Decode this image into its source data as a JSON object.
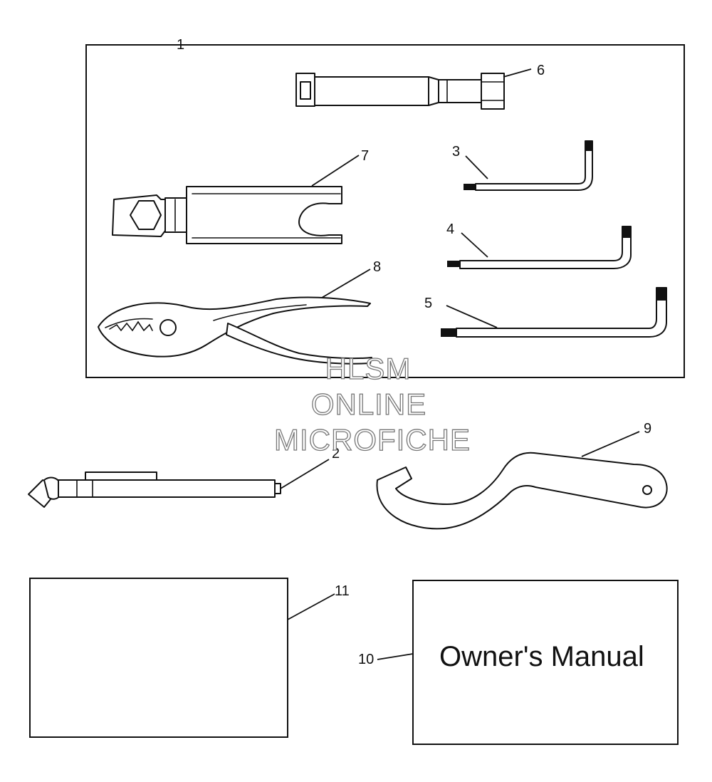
{
  "callouts": {
    "c1": "1",
    "c2": "2",
    "c3": "3",
    "c4": "4",
    "c5": "5",
    "c6": "6",
    "c7": "7",
    "c8": "8",
    "c9": "9",
    "c10": "10",
    "c11": "11"
  },
  "manual": {
    "title": "Owner's Manual"
  },
  "watermark": {
    "line1": "HLSM",
    "line2": "ONLINE",
    "line3": "MICROFICHE"
  }
}
